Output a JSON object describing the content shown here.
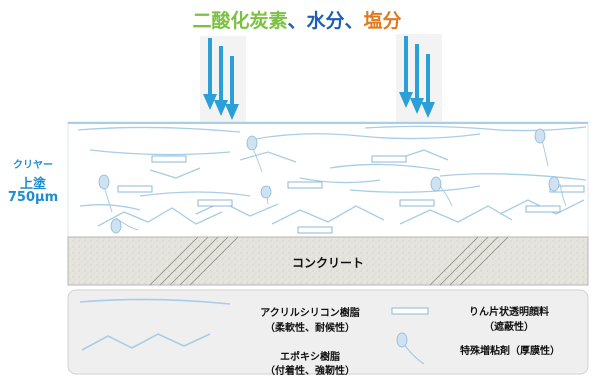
{
  "title": {
    "part1": "二酸化炭素",
    "sep1": "、",
    "part2": "水分",
    "sep2": "、",
    "part3": "塩分",
    "colors": {
      "part1": "#7cc142",
      "part2": "#1a5fb4",
      "part3": "#e07a1f"
    }
  },
  "layer_label": {
    "line1": "クリヤー",
    "line2": "上塗",
    "line3": "750μm"
  },
  "concrete_label": "コンクリート",
  "legend": {
    "acrylic_name": "アクリルシリコン樹脂",
    "acrylic_desc": "（柔軟性、耐候性）",
    "flake_name": "りん片状透明顔料",
    "flake_desc": "（遮蔽性）",
    "epoxy_name": "エポキシ樹脂",
    "epoxy_desc": "（付着性、強靭性）",
    "thickener_name": "特殊増粘剤（厚膜性）"
  },
  "colors": {
    "arrow": "#2a9fd8",
    "layer_border": "#a9cfe8",
    "fiber": "#a8cde6",
    "concrete": "#e4e2dc",
    "legend_bg": "#efefef"
  }
}
